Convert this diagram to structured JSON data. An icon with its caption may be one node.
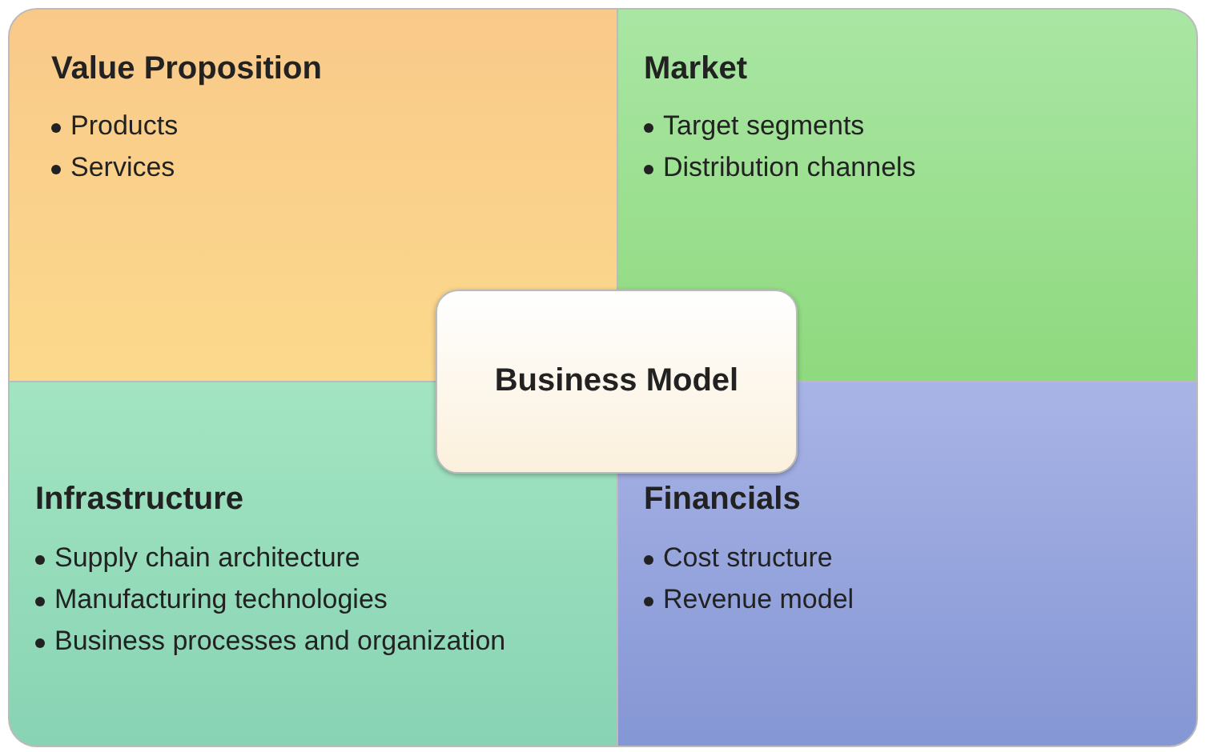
{
  "diagram": {
    "nodes": [
      {
        "text": [
          "Value Proposition",
          "Products",
          "Services"
        ]
      },
      {
        "text": [
          "Market",
          "Target segments",
          "Distribution channels"
        ]
      },
      {
        "text": [
          "Business Model"
        ]
      },
      {
        "text": [
          "Infrastructure",
          "Supply chain architecture",
          "Manufacturing technologies",
          "Business processes and organization"
        ]
      },
      {
        "text": [
          "Financials",
          "Cost structure",
          "Revenue model"
        ]
      }
    ]
  }
}
